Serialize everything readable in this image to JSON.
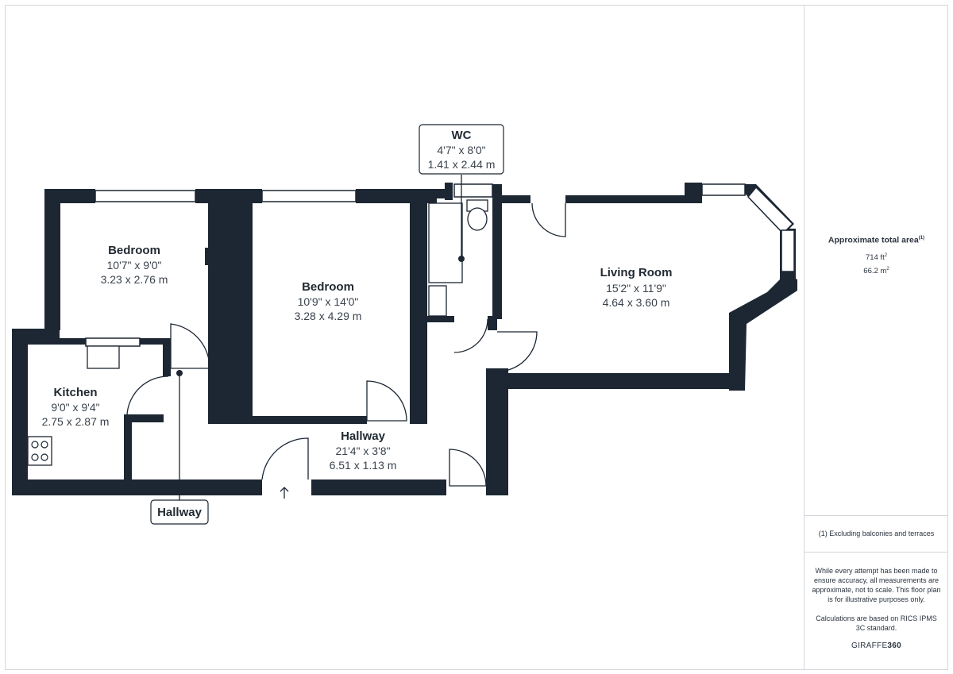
{
  "rooms": {
    "bedroom1": {
      "name": "Bedroom",
      "dim_imperial": "10'7\" x 9'0\"",
      "dim_metric": "3.23 x 2.76 m"
    },
    "bedroom2": {
      "name": "Bedroom",
      "dim_imperial": "10'9\" x 14'0\"",
      "dim_metric": "3.28 x 4.29 m"
    },
    "wc": {
      "name": "WC",
      "dim_imperial": "4'7\" x 8'0\"",
      "dim_metric": "1.41 x 2.44 m"
    },
    "living": {
      "name": "Living Room",
      "dim_imperial": "15'2\" x 11'9\"",
      "dim_metric": "4.64 x 3.60 m"
    },
    "kitchen": {
      "name": "Kitchen",
      "dim_imperial": "9'0\" x 9'4\"",
      "dim_metric": "2.75 x 2.87 m"
    },
    "hallway_main": {
      "name": "Hallway",
      "dim_imperial": "21'4\" x 3'8\"",
      "dim_metric": "6.51 x 1.13 m"
    },
    "hallway_small": {
      "name": "Hallway"
    }
  },
  "sidebar": {
    "area_title": "Approximate total area",
    "area_footnote_mark": "(1)",
    "area_ft": "714 ft",
    "area_ft_sup": "2",
    "area_m": "66.2 m",
    "area_m_sup": "2",
    "footnote": "(1) Excluding balconies and terraces",
    "disclaimer": "While every attempt has been made to ensure accuracy, all measurements are approximate, not to scale. This floor plan is for illustrative purposes only.",
    "calc_note": "Calculations are based on RICS IPMS 3C standard.",
    "brand_light": "GIRAFFE",
    "brand_bold": "360"
  },
  "colors": {
    "wall": "#1c2733",
    "text": "#2b3440",
    "border": "#d2d6db"
  },
  "icons": [
    "entrance-arrow-icon",
    "hob-icon"
  ]
}
